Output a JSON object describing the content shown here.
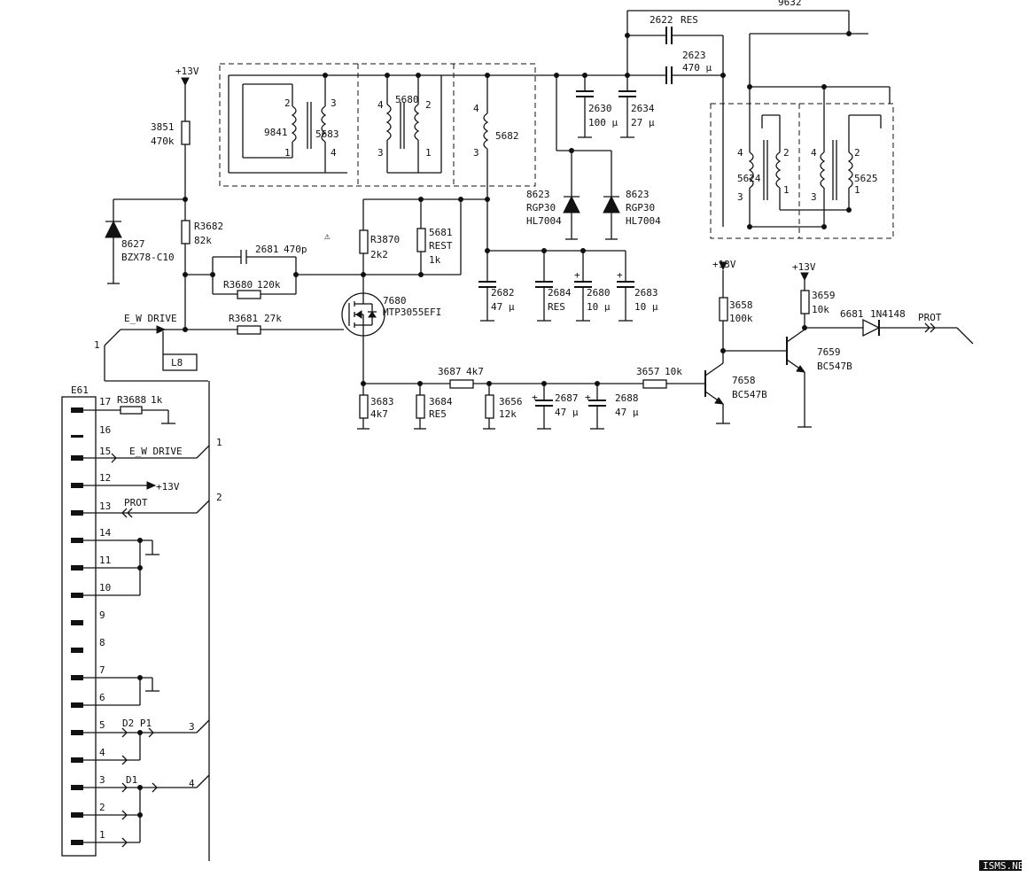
{
  "supply": {
    "plus13v": "+13V"
  },
  "resistors": {
    "r3851": {
      "ref": "3851",
      "value": "470k"
    },
    "r3682": {
      "ref": "R3682",
      "value": "82k"
    },
    "r3680": {
      "ref": "R3680",
      "value": "120k"
    },
    "r3681": {
      "ref": "R3681",
      "value": "27k"
    },
    "r3870": {
      "ref": "R3870",
      "value": "2k2"
    },
    "r5681": {
      "ref": "5681",
      "note": "REST",
      "value": "1k"
    },
    "r3683": {
      "ref": "3683",
      "value": "4k7"
    },
    "r3684": {
      "ref": "3684",
      "value": "RE5"
    },
    "r3687": {
      "ref": "3687",
      "value": "4k7"
    },
    "r3656": {
      "ref": "3656",
      "value": "12k"
    },
    "r3657": {
      "ref": "3657",
      "value": "10k"
    },
    "r3658": {
      "ref": "3658",
      "value": "100k"
    },
    "r3659": {
      "ref": "3659",
      "value": "10k"
    },
    "r3688": {
      "ref": "R3688",
      "value": "1k"
    }
  },
  "capacitors": {
    "c2681": {
      "ref": "2681",
      "value": "470p"
    },
    "c2682": {
      "ref": "2682",
      "value": "47 µ"
    },
    "c2684": {
      "ref": "2684",
      "value": "RES"
    },
    "c2680": {
      "ref": "2680",
      "value": "10 µ"
    },
    "c2683": {
      "ref": "2683",
      "value": "10 µ"
    },
    "c2630": {
      "ref": "2630",
      "value": "100 µ"
    },
    "c2634": {
      "ref": "2634",
      "value": "27 µ"
    },
    "c2622": {
      "ref": "2622",
      "value": "RES"
    },
    "c2623": {
      "ref": "2623",
      "value": "470 µ"
    },
    "c2687": {
      "ref": "2687",
      "value": "47 µ"
    },
    "c2688": {
      "ref": "2688",
      "value": "47 µ"
    }
  },
  "diodes": {
    "d8627": {
      "ref": "8627",
      "value": "BZX78-C10"
    },
    "d8623a": {
      "ref": "8623",
      "value": "RGP30",
      "extra": "HL7004"
    },
    "d8623b": {
      "ref": "8623",
      "value": "RGP30",
      "extra": "HL7004"
    },
    "d6681": {
      "ref": "6681",
      "value": "1N4148"
    }
  },
  "transistors": {
    "q7680": {
      "ref": "7680",
      "value": "MTP3055EFI"
    },
    "q7658": {
      "ref": "7658",
      "value": "BC547B"
    },
    "q7659": {
      "ref": "7659",
      "value": "BC547B"
    }
  },
  "coils": {
    "l9841": {
      "ref": "9841",
      "pins": [
        "2",
        "1",
        "3",
        "4"
      ]
    },
    "l5683": {
      "ref": "5683"
    },
    "l5680": {
      "ref": "5680",
      "pins": [
        "4",
        "3",
        "2",
        "1"
      ]
    },
    "l5682": {
      "ref": "5682",
      "pins": [
        "4",
        "3"
      ]
    },
    "l5624": {
      "ref": "5624",
      "pins": [
        "4",
        "3",
        "2",
        "1"
      ]
    },
    "l5625": {
      "ref": "5625",
      "pins": [
        "4",
        "3",
        "2",
        "1"
      ]
    }
  },
  "nets": {
    "ew_drive": "E_W DRIVE",
    "prot": "PROT",
    "l8": "L8",
    "n9632": "9632",
    "d2p1": "D2 P1",
    "d1": "D1",
    "bus1": "1",
    "bus2": "2",
    "bus3": "3",
    "bus4": "4"
  },
  "connector": {
    "ref": "E61",
    "pins": [
      "17",
      "16",
      "15",
      "12",
      "13",
      "14",
      "11",
      "10",
      "9",
      "8",
      "7",
      "6",
      "5",
      "4",
      "3",
      "2",
      "1"
    ]
  },
  "watermark": "ISMS.NET"
}
